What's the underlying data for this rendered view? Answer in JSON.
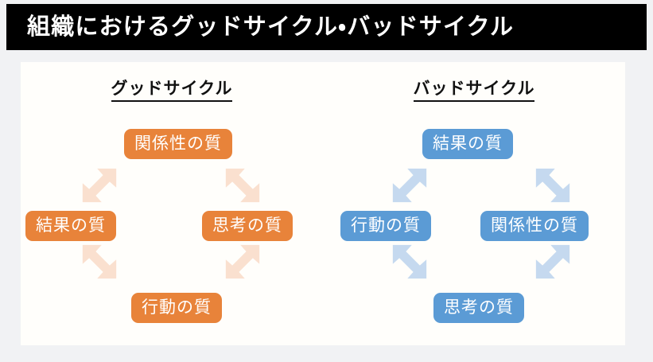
{
  "header": {
    "title": "組織におけるグッドサイクル・バッドサイクル",
    "background_color": "#000000",
    "text_color": "#ffffff"
  },
  "card": {
    "background_color": "#fffefb",
    "page_background_color": "#f1f2f4"
  },
  "cycles": [
    {
      "id": "good-cycle",
      "heading": "グッドサイクル",
      "node_color": "#e8833a",
      "arrow_color": "#fae0cf",
      "nodes": {
        "top": "関係性の質",
        "right": "思考の質",
        "bottom": "行動の質",
        "left": "結果の質"
      },
      "flow_direction": "clockwise",
      "arrows": [
        {
          "id": "top-right",
          "points_to": "思考の質",
          "direction": "down-right"
        },
        {
          "id": "bottom-right",
          "points_to": "行動の質",
          "direction": "down-left"
        },
        {
          "id": "bottom-left",
          "points_to": "結果の質",
          "direction": "up-left"
        },
        {
          "id": "top-left",
          "points_to": "関係性の質",
          "direction": "up-right"
        }
      ]
    },
    {
      "id": "bad-cycle",
      "heading": "バッドサイクル",
      "node_color": "#5b9bd5",
      "arrow_color": "#c5d9ef",
      "nodes": {
        "top": "結果の質",
        "right": "関係性の質",
        "bottom": "思考の質",
        "left": "行動の質"
      },
      "flow_direction": "clockwise",
      "arrows": [
        {
          "id": "top-right",
          "points_to": "関係性の質",
          "direction": "down-right"
        },
        {
          "id": "bottom-right",
          "points_to": "思考の質",
          "direction": "down-left"
        },
        {
          "id": "bottom-left",
          "points_to": "行動の質",
          "direction": "up-left"
        },
        {
          "id": "top-left",
          "points_to": "結果の質",
          "direction": "up-right"
        }
      ]
    }
  ]
}
